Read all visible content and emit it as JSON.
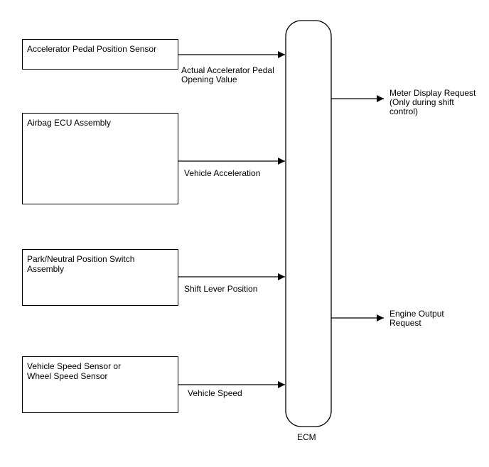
{
  "inputs": [
    {
      "name": "Accelerator Pedal Position Sensor",
      "signal": "Actual Accelerator Pedal\nOpening Value"
    },
    {
      "name": "Airbag ECU Assembly",
      "signal": "Vehicle Acceleration"
    },
    {
      "name": "Park/Neutral Position Switch\nAssembly",
      "signal": "Shift Lever Position"
    },
    {
      "name": "Vehicle Speed Sensor or\nWheel Speed Sensor",
      "signal": "Vehicle Speed"
    }
  ],
  "ecm": {
    "label": "ECM"
  },
  "outputs": [
    {
      "label": "Meter Display Request\n(Only during shift\ncontrol)"
    },
    {
      "label": "Engine Output\nRequest"
    }
  ]
}
